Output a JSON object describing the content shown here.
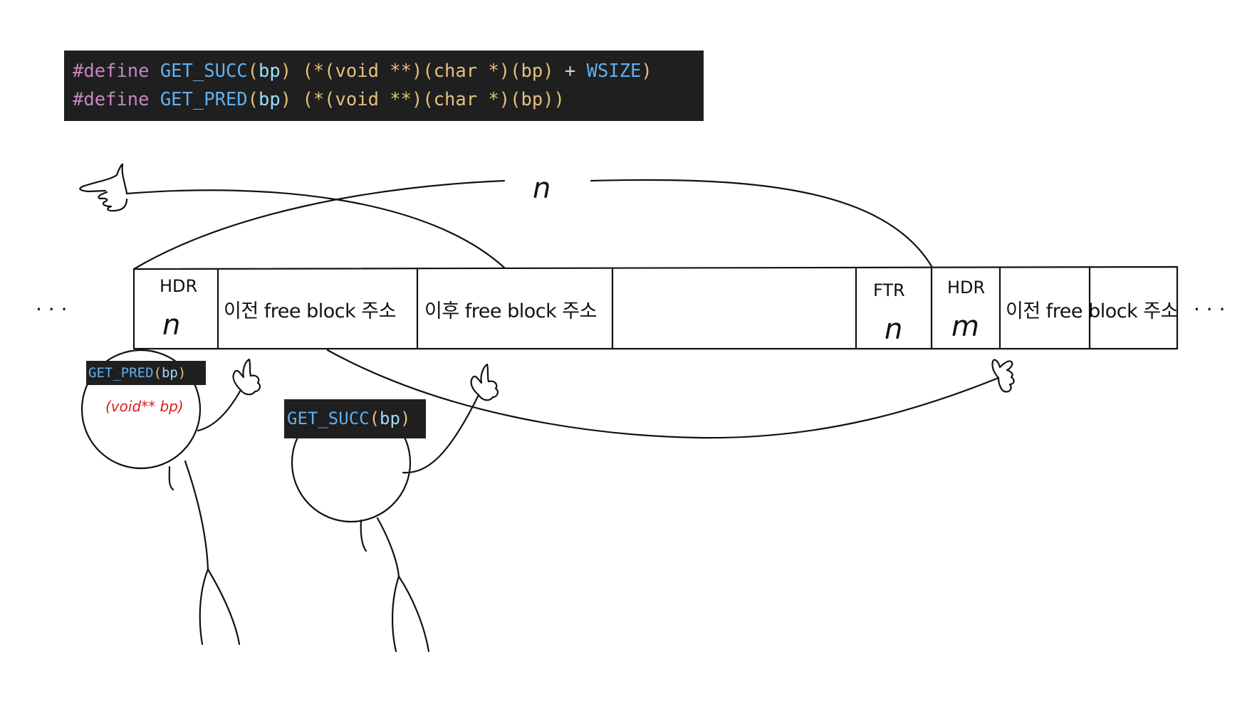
{
  "code": {
    "line1": {
      "directive": "#define",
      "name": "GET_SUCC",
      "params": "bp",
      "body_pre": "(*(void **)(char *)(bp)",
      "plus": "+",
      "wsize": "WSIZE",
      "body_end": ")"
    },
    "line2": {
      "directive": "#define",
      "name": "GET_PRED",
      "params": "bp",
      "body": "(*(void **)(char *)(bp))"
    }
  },
  "diagram": {
    "left_ellipsis": ". . .",
    "right_ellipsis": ". . .",
    "size_label_top": "n",
    "blocks": [
      {
        "top": "HDR",
        "bottom": "n"
      },
      {
        "text": "이전 free block 주소"
      },
      {
        "text": "이후 free block 주소"
      },
      {
        "text": ""
      },
      {
        "top": "FTR",
        "bottom": "n"
      },
      {
        "top": "HDR",
        "bottom": "m"
      },
      {
        "text": "이전 free block 주소"
      }
    ],
    "pred_label": {
      "name": "GET_PRED",
      "params": "bp"
    },
    "succ_label": {
      "name": "GET_SUCC",
      "params": "bp"
    },
    "pred_note": "(void** bp)"
  },
  "colors": {
    "code_bg": "#1f1f1f",
    "macro": "#c586c0",
    "name": "#61afef",
    "param": "#9cdcfe",
    "paren": "#e5c07b",
    "ink": "#111111",
    "annotation": "#d81e1e"
  }
}
